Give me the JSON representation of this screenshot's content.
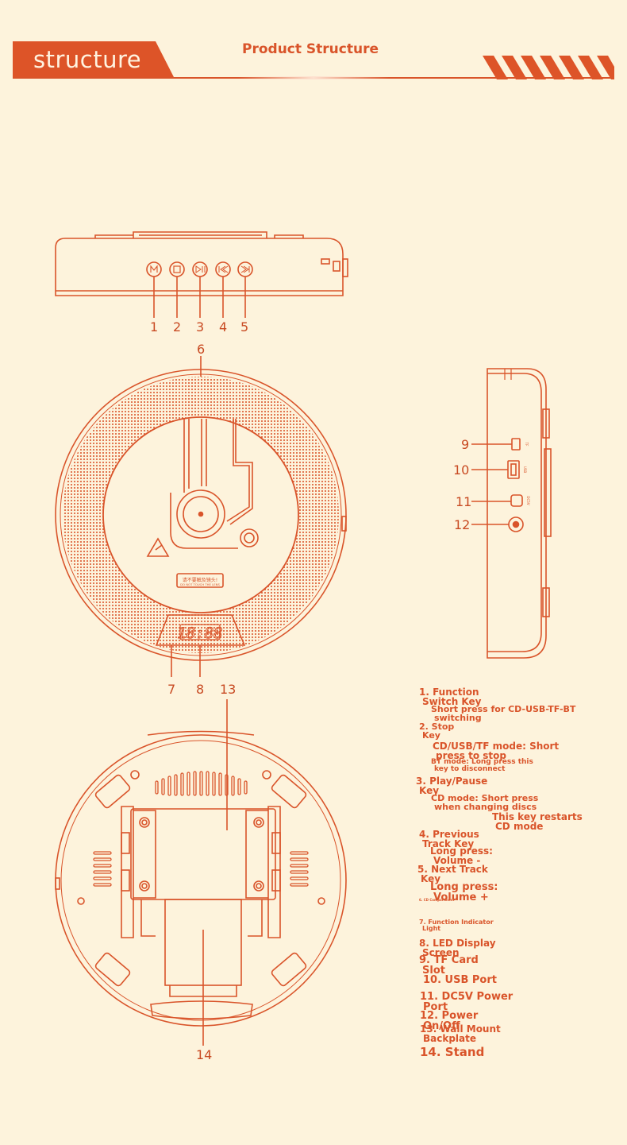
{
  "header": {
    "tab_label": "structure",
    "title": "Product Structure",
    "accent_color": "#dd5428",
    "background_color": "#fdf3dc"
  },
  "callouts": [
    "1",
    "2",
    "3",
    "4",
    "5",
    "6",
    "7",
    "8",
    "9",
    "10",
    "11",
    "12",
    "13",
    "14"
  ],
  "device_text": {
    "warning_cn": "请不要触及镜头!",
    "warning_en": "DO NOT TOUCH THE LENS",
    "display_digits": "18:88",
    "port_tf": "TF",
    "port_usb": "USB",
    "port_dc": "DC5V"
  },
  "legend": {
    "item1_a": "1. Function",
    "item1_b": "Switch Key",
    "item1_desc_a": "Short press for CD-USB-TF-BT",
    "item1_desc_b": "switching",
    "item2_a": "2. Stop",
    "item2_b": "Key",
    "item2_desc1_a": "CD/USB/TF mode: Short",
    "item2_desc1_b": "press to stop",
    "item2_desc2_a": "BT mode: Long press this",
    "item2_desc2_b": "key to disconnect",
    "item3_a": "3. Play/Pause",
    "item3_b": "Key",
    "item3_desc1_a": "CD mode: Short press",
    "item3_desc1_b": "when changing discs",
    "item3_desc2_a": "This key restarts",
    "item3_desc2_b": "CD mode",
    "item4_a": "4. Previous",
    "item4_b": "Track Key",
    "item4_desc_a": "Long press:",
    "item4_desc_b": "Volume -",
    "item5_a": "5. Next Track",
    "item5_b": "Key",
    "item5_desc_a": "Long press:",
    "item5_desc_b": "Volume +",
    "item6": "6. CD Compartment",
    "item7_a": "7. Function Indicator",
    "item7_b": "Light",
    "item8_a": "8. LED Display",
    "item8_b": "Screen",
    "item9_a": "9. TF Card",
    "item9_b": "Slot",
    "item10": "10. USB Port",
    "item11_a": "11. DC5V Power",
    "item11_b": "Port",
    "item12_a": "12. Power",
    "item12_b": "On/Off",
    "item13_a": "13. Wall Mount",
    "item13_b": "Backplate",
    "item14": "14. Stand"
  }
}
